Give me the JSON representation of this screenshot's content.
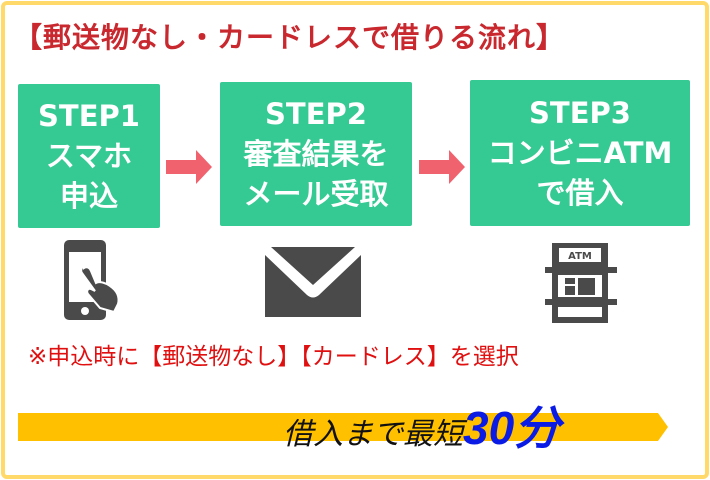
{
  "title": "【郵送物なし・カードレスで借りる流れ】",
  "steps": [
    {
      "label": "STEP1",
      "lines": [
        "スマホ",
        "申込"
      ],
      "icon": "smartphone-tap-icon"
    },
    {
      "label": "STEP2",
      "lines": [
        "審査結果を",
        "メール受取"
      ],
      "icon": "envelope-icon"
    },
    {
      "label": "STEP3",
      "lines": [
        "コンビニATM",
        "で借入"
      ],
      "icon": "atm-icon"
    }
  ],
  "atm_icon_text": "ATM",
  "note": "※申込時に【郵送物なし】【カードレス】を選択",
  "catch": {
    "prefix": "借入まで最短",
    "highlight": "30分"
  },
  "colors": {
    "step": "#35c993",
    "arrow": "#f0626e",
    "title": "#c8282e",
    "note": "#e01010",
    "band": "#ffc000",
    "highlight": "#0a1be6",
    "border": "#ffd96a"
  }
}
